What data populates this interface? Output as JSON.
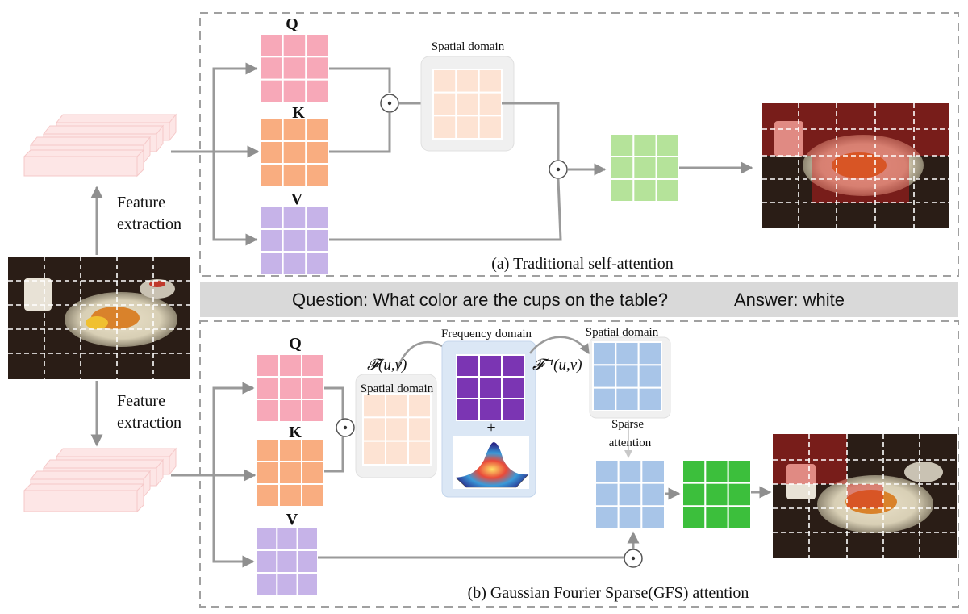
{
  "top_panel": {
    "caption": "(a) Traditional  self-attention",
    "q_label": "Q",
    "k_label": "K",
    "v_label": "V",
    "spatial_label": "Spatial domain",
    "dot_symbol": "⊙"
  },
  "bottom_panel": {
    "caption": "(b) Gaussian Fourier Sparse(GFS)  attention",
    "q_label": "Q",
    "k_label": "K",
    "v_label": "V",
    "spatial_label_1": "Spatial domain",
    "frequency_label": "Frequency domain",
    "spatial_label_2": "Spatial domain",
    "fourier_label": "𝓕(u,ν)",
    "inverse_fourier_label": "𝓕⁻¹(u,ν)",
    "sparse_label_line1": "Sparse",
    "sparse_label_line2": "attention",
    "plus_symbol": "+",
    "dot_symbol": "⊙"
  },
  "feature_extraction_top": {
    "line1": "Feature",
    "line2": "extraction"
  },
  "feature_extraction_bottom": {
    "line1": "Feature",
    "line2": "extraction"
  },
  "qa_bar": {
    "question": "Question: What color are the cups on the table?",
    "answer": "Answer: white"
  },
  "colors": {
    "q": "#f7a8b8",
    "k": "#f9ad80",
    "v": "#c6b3e8",
    "spatial": "#fde3d3",
    "output_green": "#b5e39a",
    "freq_purple": "#7b35b3",
    "spatial_blue": "#a8c5e8",
    "final_green": "#3cbf3c",
    "feature": "#fde6e6",
    "arrow": "#9a9a9a",
    "qa_bar": "#d9d9d9"
  }
}
